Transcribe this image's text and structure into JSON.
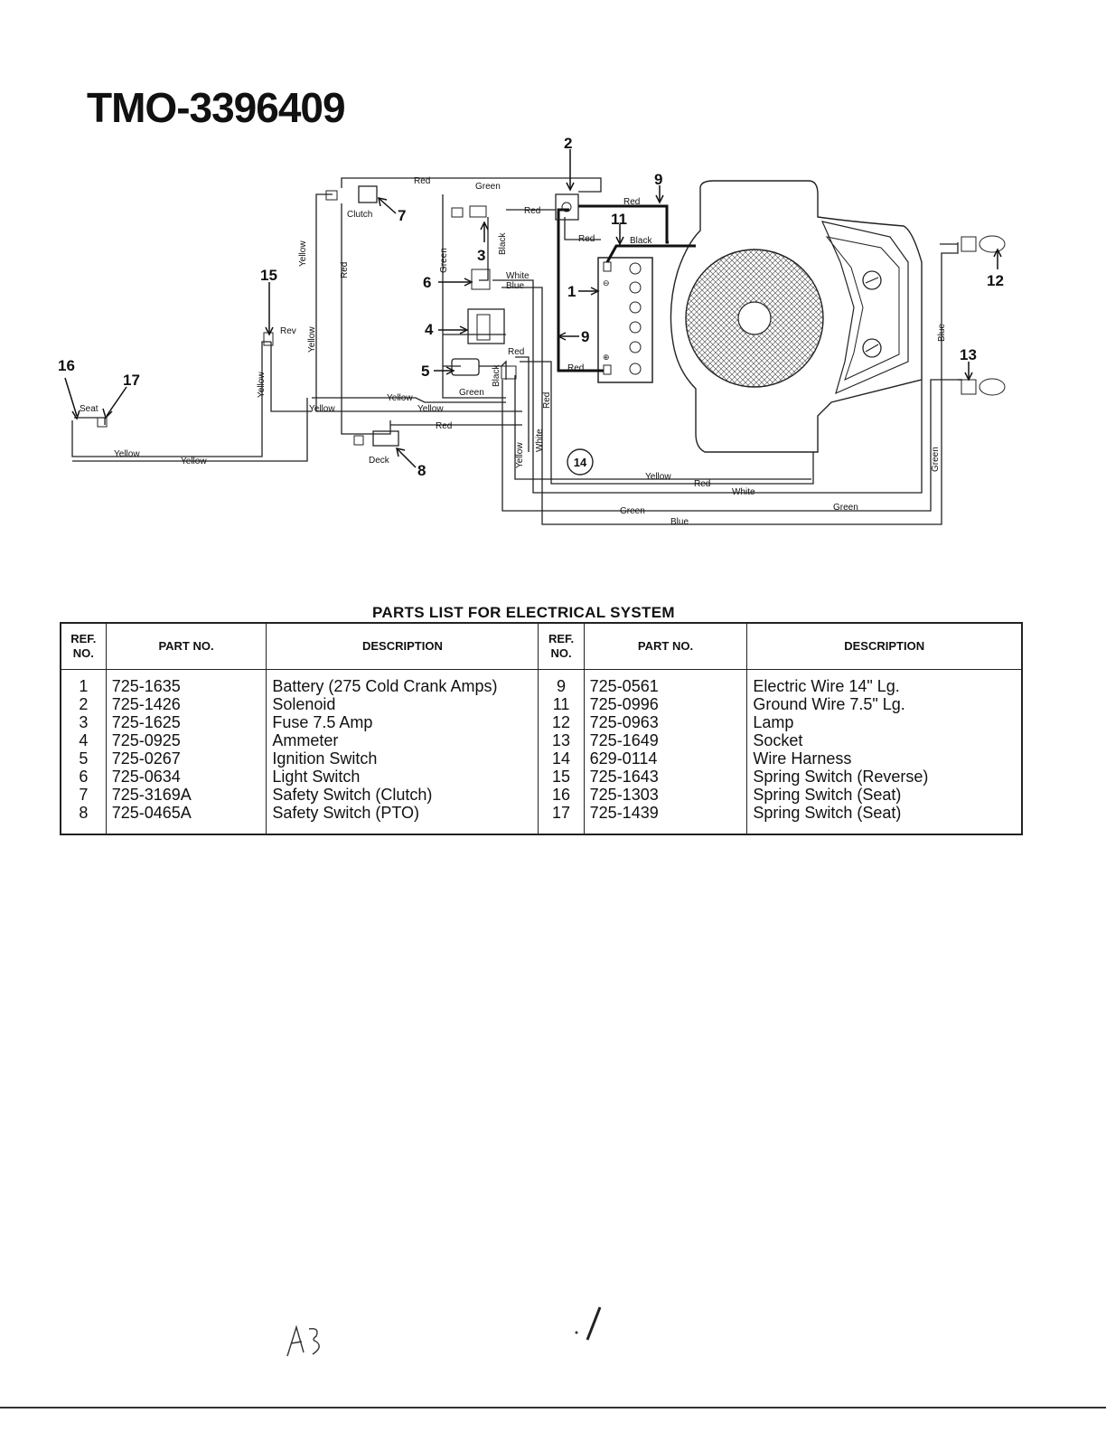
{
  "page": {
    "model_title": "TMO-3396409"
  },
  "diagram": {
    "wire_labels": {
      "red": "Red",
      "green": "Green",
      "yellow": "Yellow",
      "black": "Black",
      "white": "White",
      "blue": "Blue"
    },
    "component_labels": {
      "clutch": "Clutch",
      "rev": "Rev",
      "seat": "Seat",
      "deck": "Deck"
    },
    "refs": [
      "1",
      "2",
      "3",
      "4",
      "5",
      "6",
      "7",
      "8",
      "9",
      "11",
      "12",
      "13",
      "14",
      "15",
      "16",
      "17"
    ]
  },
  "parts_list": {
    "title": "PARTS LIST FOR ELECTRICAL SYSTEM",
    "headers": {
      "ref_no": "REF. NO.",
      "part_no": "PART NO.",
      "description": "DESCRIPTION"
    },
    "left": [
      {
        "ref": "1",
        "part": "725-1635",
        "desc": "Battery (275 Cold Crank Amps)"
      },
      {
        "ref": "2",
        "part": "725-1426",
        "desc": "Solenoid"
      },
      {
        "ref": "3",
        "part": "725-1625",
        "desc": "Fuse 7.5 Amp"
      },
      {
        "ref": "4",
        "part": "725-0925",
        "desc": "Ammeter"
      },
      {
        "ref": "5",
        "part": "725-0267",
        "desc": "Ignition Switch"
      },
      {
        "ref": "6",
        "part": "725-0634",
        "desc": "Light Switch"
      },
      {
        "ref": "7",
        "part": "725-3169A",
        "desc": "Safety Switch (Clutch)"
      },
      {
        "ref": "8",
        "part": "725-0465A",
        "desc": "Safety Switch (PTO)"
      }
    ],
    "right": [
      {
        "ref": "9",
        "part": "725-0561",
        "desc": "Electric Wire 14\" Lg."
      },
      {
        "ref": "11",
        "part": "725-0996",
        "desc": "Ground Wire 7.5\" Lg."
      },
      {
        "ref": "12",
        "part": "725-0963",
        "desc": "Lamp"
      },
      {
        "ref": "13",
        "part": "725-1649",
        "desc": "Socket"
      },
      {
        "ref": "14",
        "part": "629-0114",
        "desc": "Wire Harness"
      },
      {
        "ref": "15",
        "part": "725-1643",
        "desc": "Spring Switch (Reverse)"
      },
      {
        "ref": "16",
        "part": "725-1303",
        "desc": "Spring Switch (Seat)"
      },
      {
        "ref": "17",
        "part": "725-1439",
        "desc": "Spring Switch (Seat)"
      }
    ]
  },
  "annotations": {
    "handwritten_mark": "A3"
  }
}
